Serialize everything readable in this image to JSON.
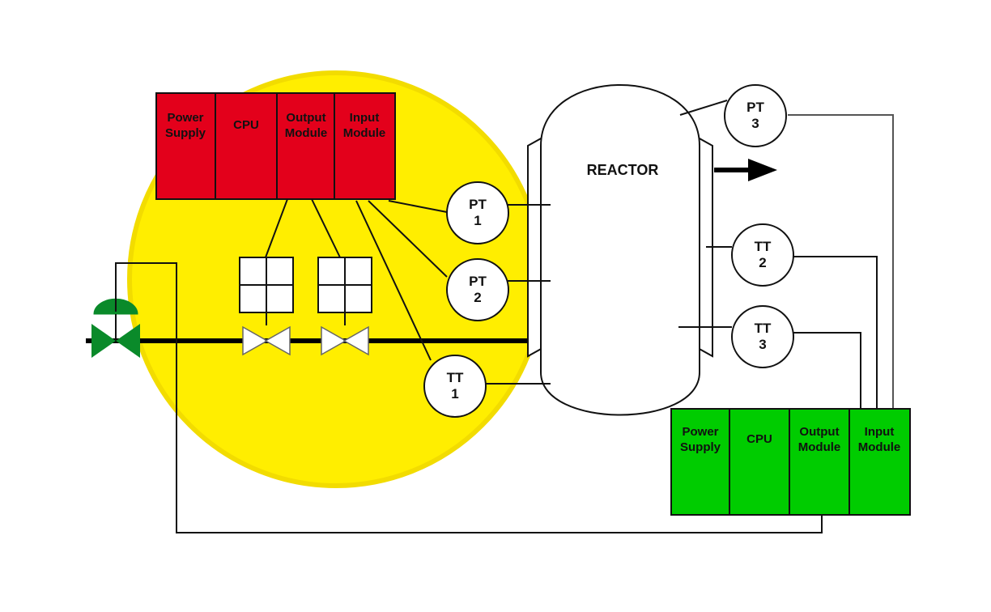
{
  "reactor": {
    "label": "REACTOR"
  },
  "plc_safety": {
    "color": "#e3001b",
    "modules": [
      {
        "line1": "Power",
        "line2": "Supply"
      },
      {
        "line1": "CPU",
        "line2": ""
      },
      {
        "line1": "Output",
        "line2": "Module"
      },
      {
        "line1": "Input",
        "line2": "Module"
      }
    ]
  },
  "plc_control": {
    "color": "#00cc00",
    "modules": [
      {
        "line1": "Power",
        "line2": "Supply"
      },
      {
        "line1": "CPU",
        "line2": ""
      },
      {
        "line1": "Output",
        "line2": "Module"
      },
      {
        "line1": "Input",
        "line2": "Module"
      }
    ]
  },
  "transmitters": {
    "pt1": {
      "tag": "PT",
      "num": "1"
    },
    "pt2": {
      "tag": "PT",
      "num": "2"
    },
    "tt1": {
      "tag": "TT",
      "num": "1"
    },
    "pt3": {
      "tag": "PT",
      "num": "3"
    },
    "tt2": {
      "tag": "TT",
      "num": "2"
    },
    "tt3": {
      "tag": "TT",
      "num": "3"
    }
  },
  "colors": {
    "safety_zone": "#ffee00",
    "control_valve": "#0a8a2a",
    "safety_plc": "#e3001b",
    "control_plc": "#00cc00"
  }
}
